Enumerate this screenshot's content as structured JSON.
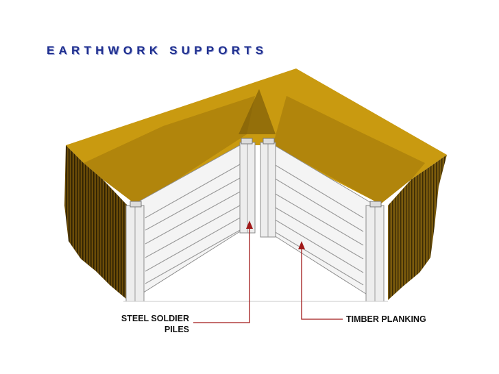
{
  "title": "EARTHWORK SUPPORTS",
  "labels": {
    "soldier_piles_line1": "STEEL SOLDIER",
    "soldier_piles_line2": "PILES",
    "timber_planking": "TIMBER PLANKING"
  },
  "colors": {
    "soil_top": "#c99a10",
    "soil_shadow": "#8a6508",
    "soil_face_dark": "#5e4306",
    "panel": "#f4f4f4",
    "panel_edge": "#8e8e8e",
    "leader_line": "#a01818",
    "title": "#1f2f8f"
  }
}
